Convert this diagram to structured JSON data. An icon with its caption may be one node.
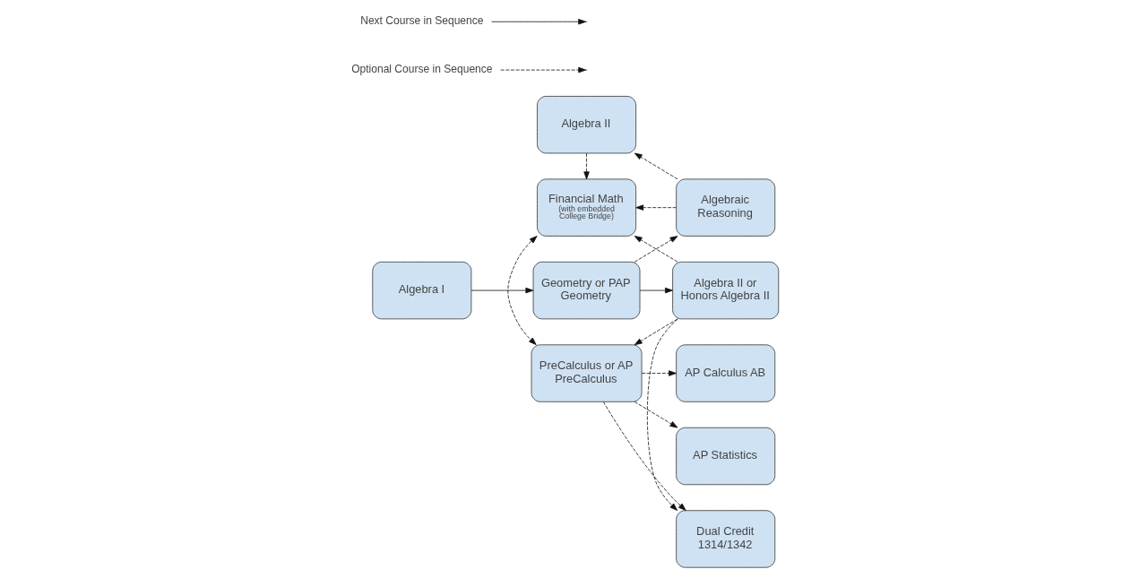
{
  "diagram": {
    "nodes": [
      {
        "text": [
          "Algebra II"
        ]
      },
      {
        "text": [
          "Algebraic Reasoning"
        ]
      },
      {
        "text": [
          "Financial Math",
          "(with embedded College Bridge)"
        ]
      },
      {
        "text": [
          "Algebra I"
        ]
      },
      {
        "text": [
          "Geometry or PAP Geometry"
        ]
      },
      {
        "text": [
          "Algebra II or Honors Algebra II"
        ]
      },
      {
        "text": [
          "PreCalculus or AP PreCalculus"
        ]
      },
      {
        "text": [
          "AP Calculus AB"
        ]
      },
      {
        "text": [
          "Dual Credit 1314/1342"
        ]
      },
      {
        "text": [
          "AP Statistics"
        ]
      }
    ],
    "edges": [
      {
        "from": 3,
        "to": 4,
        "arrow": "to"
      },
      {
        "from": 4,
        "to": 5,
        "arrow": "to"
      },
      {
        "from": 4,
        "to": 1,
        "arrow": "to",
        "style": "dashed"
      },
      {
        "from": 1,
        "to": 0,
        "arrow": "to",
        "style": "dashed"
      },
      {
        "from": 1,
        "to": 2,
        "arrow": "to",
        "style": "dashed"
      },
      {
        "from": 0,
        "to": 2,
        "arrow": "to",
        "style": "dashed"
      },
      {
        "from": 5,
        "to": 2,
        "arrow": "to",
        "style": "dashed"
      },
      {
        "from": 5,
        "to": 6,
        "arrow": "to",
        "style": "dashed"
      },
      {
        "from": 5,
        "to": 8,
        "arrow": "to",
        "style": "dashed"
      },
      {
        "from": 2,
        "to": 6,
        "arrow": "both",
        "style": "dashed"
      },
      {
        "from": 6,
        "to": 7,
        "arrow": "to",
        "style": "dashed"
      },
      {
        "from": 6,
        "to": 9,
        "arrow": "to",
        "style": "dashed"
      },
      {
        "from": 6,
        "to": 8,
        "arrow": "to",
        "style": "dashed"
      }
    ],
    "legend": [
      {
        "text": "Next Course in Sequence"
      },
      {
        "text": "Optional Course in Sequence"
      }
    ]
  }
}
